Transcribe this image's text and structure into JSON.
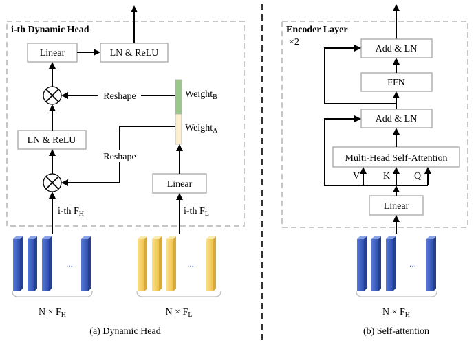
{
  "panel_a": {
    "title": "i-th Dynamic Head",
    "linear_top": "Linear",
    "ln_relu_top": "LN & ReLU",
    "ln_relu_mid": "LN & ReLU",
    "linear_low": "Linear",
    "reshape_top": "Reshape",
    "reshape_low": "Reshape",
    "weight_b": "Weight",
    "weight_b_sub": "B",
    "weight_a": "Weight",
    "weight_a_sub": "A",
    "input_h": "i-th F",
    "input_h_sub": "H",
    "input_l": "i-th F",
    "input_l_sub": "L",
    "stack_h_dots": "...",
    "stack_l_dots": "...",
    "dim_h": "N × F",
    "dim_h_sub": "H",
    "dim_l": "N × F",
    "dim_l_sub": "L",
    "caption": "(a) Dynamic Head"
  },
  "panel_b": {
    "title": "Encoder Layer",
    "repeat": "×2",
    "add_ln_top": "Add & LN",
    "ffn": "FFN",
    "add_ln_low": "Add & LN",
    "mhsa": "Multi-Head Self-Attention",
    "v": "V",
    "k": "K",
    "q": "Q",
    "linear": "Linear",
    "stack_dots": "...",
    "dim": "N × F",
    "dim_sub": "H",
    "caption": "(b) Self-attention"
  },
  "colors": {
    "bar_blue": "#3b5fc0",
    "bar_yellow": "#f5d26b",
    "weight_green": "#9bc88a",
    "weight_cream": "#fdf0d0"
  }
}
